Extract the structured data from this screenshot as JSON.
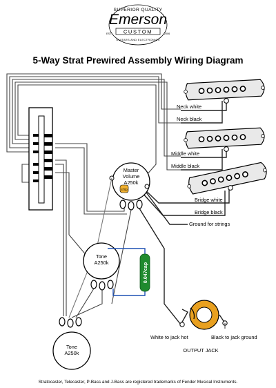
{
  "logo": {
    "top_arc": "SUPERIOR QUALITY",
    "brand": "Emerson",
    "custom": "CUSTOM",
    "bottom_arc": "GUITARS AND ELECTRONICS",
    "year_left": "EST.",
    "year_right": "2006"
  },
  "title": "5-Way Strat Prewired Assembly Wiring Diagram",
  "pickups": {
    "neck_white": "Neck white",
    "neck_black": "Neck black",
    "middle_white": "Middle white",
    "middle_black": "Middle black",
    "bridge_white": "Bridge white",
    "bridge_black": "Bridge black"
  },
  "ground_label": "Ground for strings",
  "master_volume": {
    "line1": "Master",
    "line2": "Volume",
    "line3": "A250k"
  },
  "tone1": {
    "line1": "Tone",
    "line2": "A250k"
  },
  "tone2": {
    "line1": "Tone",
    "line2": "A250k"
  },
  "capacitor": "0.047cap",
  "jack": {
    "hot_label": "White to jack hot",
    "ground_label": "Black to jack ground",
    "name": "OUTPUT JACK"
  },
  "footer": "Stratocaster, Telecaster, P-Bass and J-Bass are registered trademarks of Fender Musical Instruments.",
  "colors": {
    "capacitor": "#1f8a2e",
    "blue_wire": "#1e50b4",
    "jack_orange": "#e8a020",
    "treble_bleed": "#f0b030"
  }
}
